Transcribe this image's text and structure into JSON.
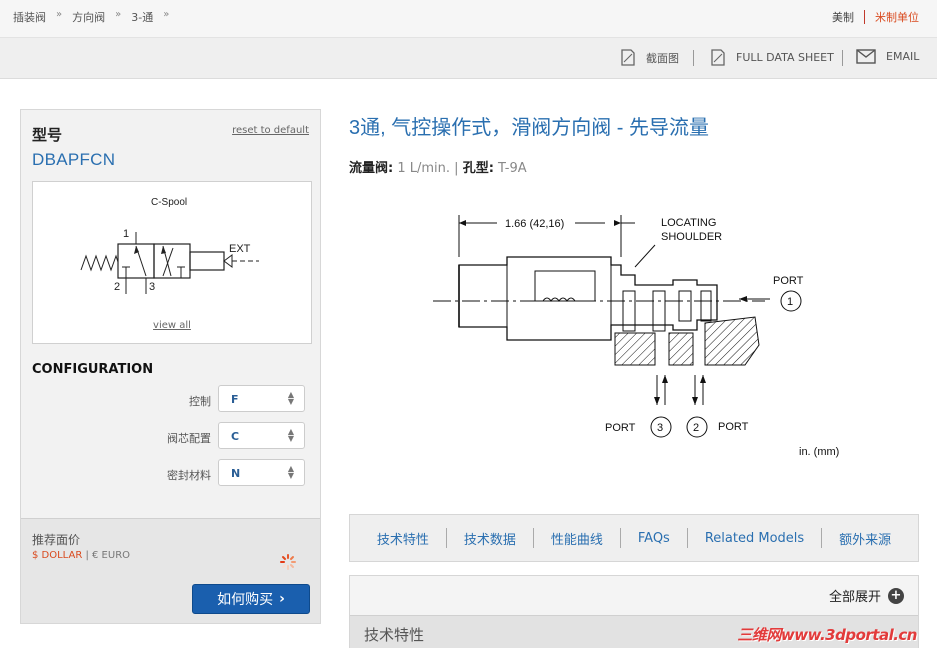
{
  "breadcrumb": {
    "items": [
      "插装阀",
      "方向阀",
      "3-通"
    ],
    "separator": "»"
  },
  "units": {
    "us": "美制",
    "metric": "米制单位"
  },
  "toolbar": {
    "screenshot": "截面图",
    "datasheet": "FULL DATA SHEET",
    "email": "EMAIL"
  },
  "sidebar": {
    "model_heading": "型号",
    "reset": "reset to default",
    "model_code": "DBAPFCN",
    "schematic": {
      "spool_label": "C-Spool",
      "port1": "1",
      "port2": "2",
      "port3": "3",
      "ext": "EXT"
    },
    "view_all": "view all",
    "config_heading": "CONFIGURATION",
    "config": [
      {
        "label": "控制",
        "value": "F"
      },
      {
        "label": "阀芯配置",
        "value": "C"
      },
      {
        "label": "密封材料",
        "value": "N"
      }
    ],
    "price_heading": "推荐面价",
    "currency_dollar": "$ DOLLAR",
    "currency_sep": " | ",
    "currency_euro": "€ EURO",
    "buy": "如何购买"
  },
  "main": {
    "title": "3通, 气控操作式，滑阀方向阀 - 先导流量",
    "flow_label": "流量阀:",
    "flow_value": "1 L/min.",
    "sep": " | ",
    "cavity_label": "孔型:",
    "cavity_value": "T-9A",
    "drawing": {
      "dimension": "1.66 (42,16)",
      "locating1": "LOCATING",
      "locating2": "SHOULDER",
      "port_label": "PORT",
      "p1": "1",
      "p2": "2",
      "p3": "3",
      "units": "in. (mm)"
    }
  },
  "tabs": [
    "技术特性",
    "技术数据",
    "性能曲线",
    "FAQs",
    "Related Models",
    "额外来源"
  ],
  "accordion": {
    "expand_all": "全部展开",
    "section_title": "技术特性"
  },
  "watermark": "三维网www.3dportal.cn",
  "colors": {
    "accent": "#2a6fb0",
    "button": "#1a5fae",
    "metric": "#d94a1e"
  }
}
